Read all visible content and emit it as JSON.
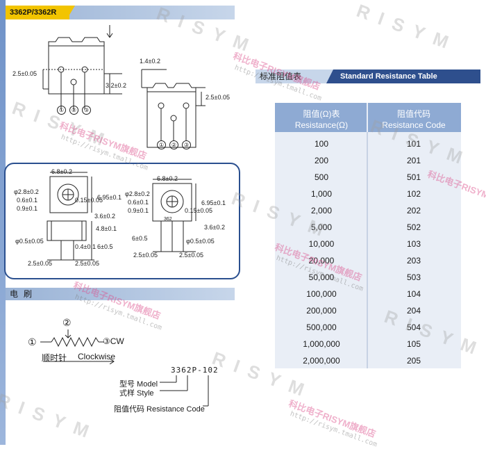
{
  "header": {
    "model_tag": "3362P/3362R"
  },
  "front_view": {
    "dim_height": "2.5±0.05",
    "dim_pin_len": "3.2±0.2",
    "pins": [
      "①",
      "②",
      "③"
    ]
  },
  "side_view": {
    "dim_top": "1.4±0.2",
    "dim_right": "2.5±0.05",
    "pins": [
      "①",
      "②",
      "③"
    ]
  },
  "detail_3362p": {
    "dim_width": "6.8±0.2",
    "dim_knob_dia": "φ2.8±0.2",
    "dim_knob_a": "0.6±0.1",
    "dim_knob_b": "0.9±0.1",
    "dim_015": "0.15±0.05",
    "dim_695": "6.95±0.1",
    "dim_36": "3.6±0.2",
    "dim_48": "4.8±0.1",
    "dim_04": "0.4±0.1",
    "dim_65": "6±0.5",
    "dim_pin_dia": "φ0.5±0.05",
    "dim_pitch_a": "2.5±0.05",
    "dim_pitch_b": "2.5±0.05"
  },
  "detail_3362r": {
    "dim_width": "6.8±0.2",
    "dim_knob_dia": "φ2.8±0.2",
    "dim_knob_a": "0.6±0.1",
    "dim_knob_b": "0.9±0.1",
    "dim_015": "0.15±0.05",
    "dim_695": "6.95±0.1",
    "dim_36": "3.6±0.2",
    "dim_6": "6±0.5",
    "dim_pin_dia": "φ0.5±0.05",
    "dim_pitch_a": "2.5±0.05",
    "dim_pitch_b": "2.5±0.05",
    "knob_mark": "362"
  },
  "wiper": {
    "title": "电刷",
    "pin1": "①",
    "pin2": "②",
    "pin3": "③CW",
    "dir_cn": "顺时针",
    "dir_en": "Clockwise"
  },
  "part_code": {
    "code": "3362P-102",
    "model_label": "型号 Model",
    "style_label": "式样 Style",
    "res_label": "阻值代码 Resistance Code"
  },
  "resistance_table": {
    "title_cn": "标准阻值表",
    "title_en": "Standard Resistance Table",
    "col1_cn": "阻值(Ω)表",
    "col1_en": "Resistance(Ω)",
    "col2_cn": "阻值代码",
    "col2_en": "Resistance Code",
    "rows": [
      {
        "r": "100",
        "c": "101"
      },
      {
        "r": "200",
        "c": "201"
      },
      {
        "r": "500",
        "c": "501"
      },
      {
        "r": "1,000",
        "c": "102"
      },
      {
        "r": "2,000",
        "c": "202"
      },
      {
        "r": "5,000",
        "c": "502"
      },
      {
        "r": "10,000",
        "c": "103"
      },
      {
        "r": "20,000",
        "c": "203"
      },
      {
        "r": "50,000",
        "c": "503"
      },
      {
        "r": "100,000",
        "c": "104"
      },
      {
        "r": "200,000",
        "c": "204"
      },
      {
        "r": "500,000",
        "c": "504"
      },
      {
        "r": "1,000,000",
        "c": "105"
      },
      {
        "r": "2,000,000",
        "c": "205"
      }
    ]
  },
  "watermarks": {
    "brand": "RISYM",
    "brand_cn": "科比电子RISYM旗舰店",
    "url": "http://risym.tmall.com"
  }
}
